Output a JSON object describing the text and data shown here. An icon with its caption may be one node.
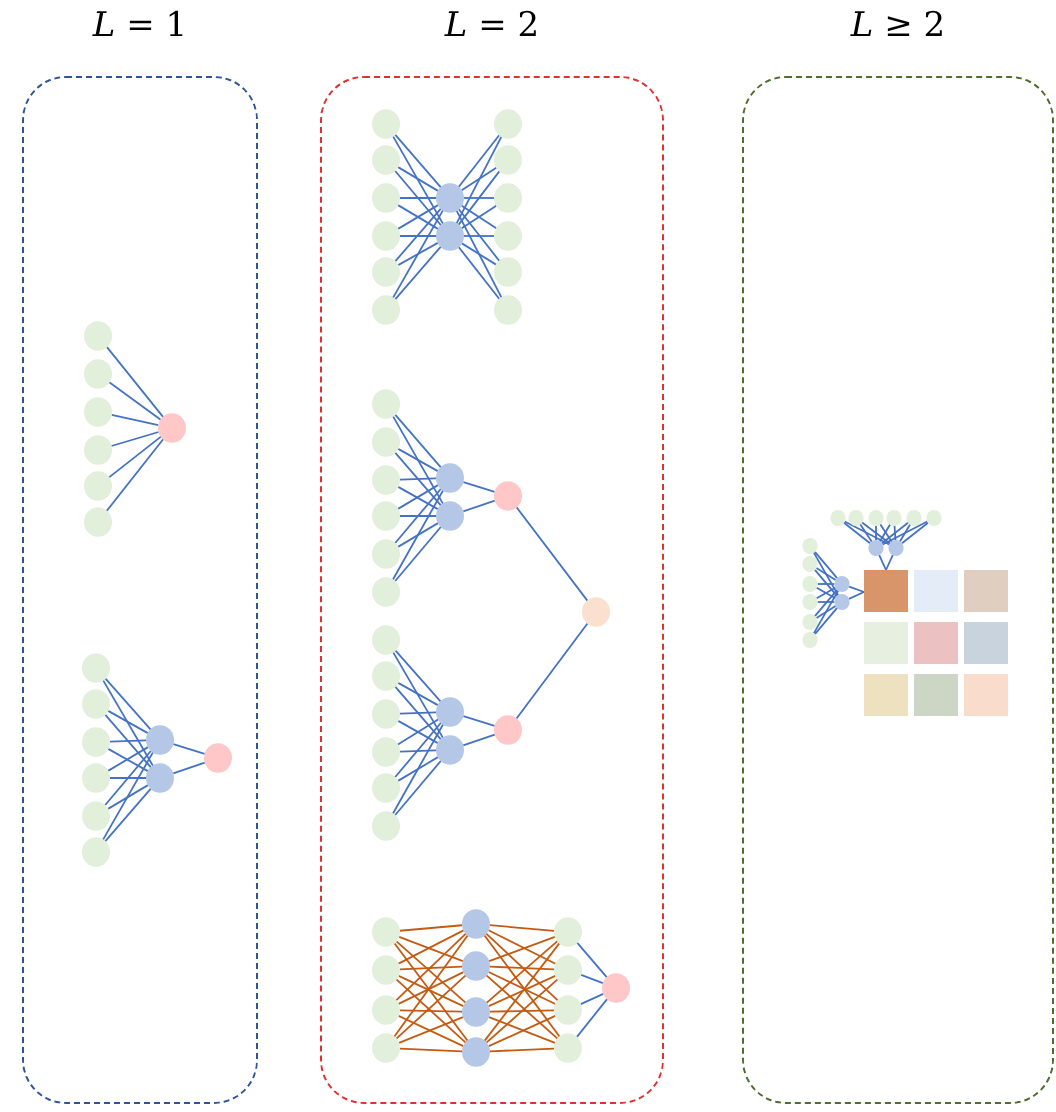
{
  "diagram": {
    "nodes": [
      {
        "text": [
          "*L* = 1"
        ]
      },
      {
        "text": [
          "*L* = 2"
        ]
      },
      {
        "text": [
          "*L* ≥ 2"
        ]
      }
    ]
  }
}
